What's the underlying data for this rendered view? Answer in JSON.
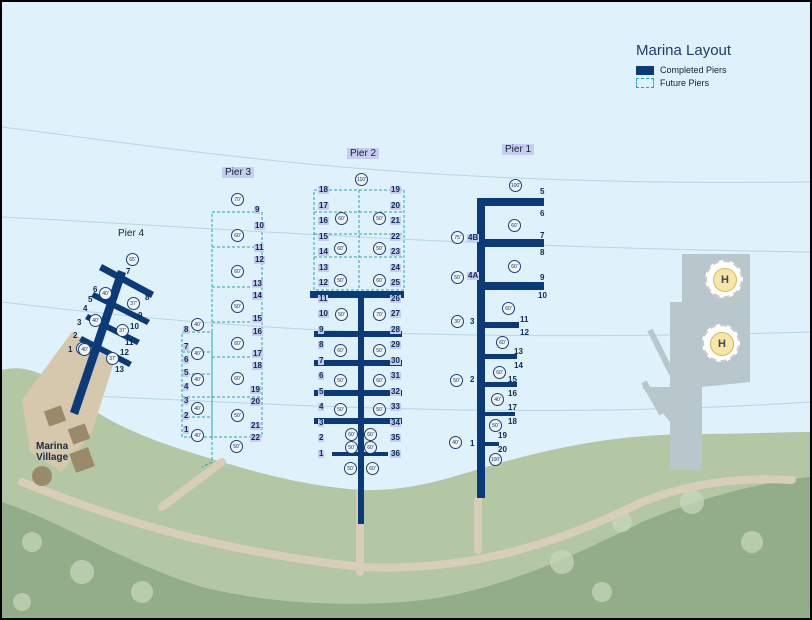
{
  "legend": {
    "title": "Marina Layout",
    "completed": "Completed Piers",
    "future": "Future Piers"
  },
  "piers": {
    "pier1": "Pier 1",
    "pier2": "Pier 2",
    "pier3": "Pier 3",
    "pier4": "Pier 4"
  },
  "village": [
    "Marina",
    "Village"
  ],
  "helipads": [
    "H",
    "H"
  ],
  "colors": {
    "water": "#dff1fb",
    "land": "#b3c7a5",
    "path": "#d8cdb8",
    "pier_completed": "#0b3a78",
    "pier_future": "#2aa7a7",
    "heli_platform": "#b7c7cc"
  },
  "pier1_slips": [
    "5",
    "6",
    "7",
    "8",
    "9",
    "10",
    "11",
    "12",
    "13",
    "14",
    "15",
    "16",
    "17",
    "18",
    "19",
    "20",
    "4B",
    "4A",
    "3",
    "2",
    "1"
  ],
  "pier1_sizes": [
    "100'",
    "60'",
    "60'",
    "60'",
    "60'",
    "60'",
    "50'",
    "40'",
    "40'",
    "50'",
    "100'",
    "75'",
    "50'",
    "30'"
  ],
  "pier2_slips": [
    "18",
    "19",
    "17",
    "20",
    "16",
    "21",
    "15",
    "22",
    "14",
    "23",
    "13",
    "24",
    "12",
    "25",
    "11",
    "26",
    "10",
    "27",
    "9",
    "28",
    "8",
    "29",
    "7",
    "30",
    "6",
    "31",
    "5",
    "32",
    "4",
    "33",
    "3",
    "34",
    "2",
    "35",
    "1",
    "36"
  ],
  "pier2_sizes": [
    "110'",
    "60'",
    "50'",
    "60'",
    "50'",
    "50'",
    "60'",
    "50'",
    "70'",
    "60'",
    "50'",
    "50'",
    "60'",
    "50'",
    "50'",
    "60'",
    "60'",
    "50'",
    "60'",
    "50'",
    "60'",
    "50'",
    "60'",
    "50'",
    "60'",
    "50'"
  ],
  "pier3_slips": [
    "9",
    "10",
    "11",
    "12",
    "13",
    "14",
    "15",
    "16",
    "17",
    "18",
    "19",
    "20",
    "21",
    "22",
    "8",
    "7",
    "6",
    "5",
    "4",
    "3",
    "2",
    "1"
  ],
  "pier3_sizes": [
    "70'",
    "60'",
    "60'",
    "50'",
    "60'",
    "60'",
    "50'",
    "50'",
    "40'",
    "40'",
    "40'",
    "40'",
    "40'",
    "40'",
    "60'"
  ],
  "pier4_slips": [
    "7",
    "8",
    "9",
    "10",
    "11",
    "12",
    "13",
    "6",
    "5",
    "4",
    "3",
    "2",
    "1"
  ],
  "pier4_sizes": [
    "65'",
    "40'",
    "37'",
    "40'",
    "37'",
    "40'",
    "37'",
    "40'"
  ]
}
